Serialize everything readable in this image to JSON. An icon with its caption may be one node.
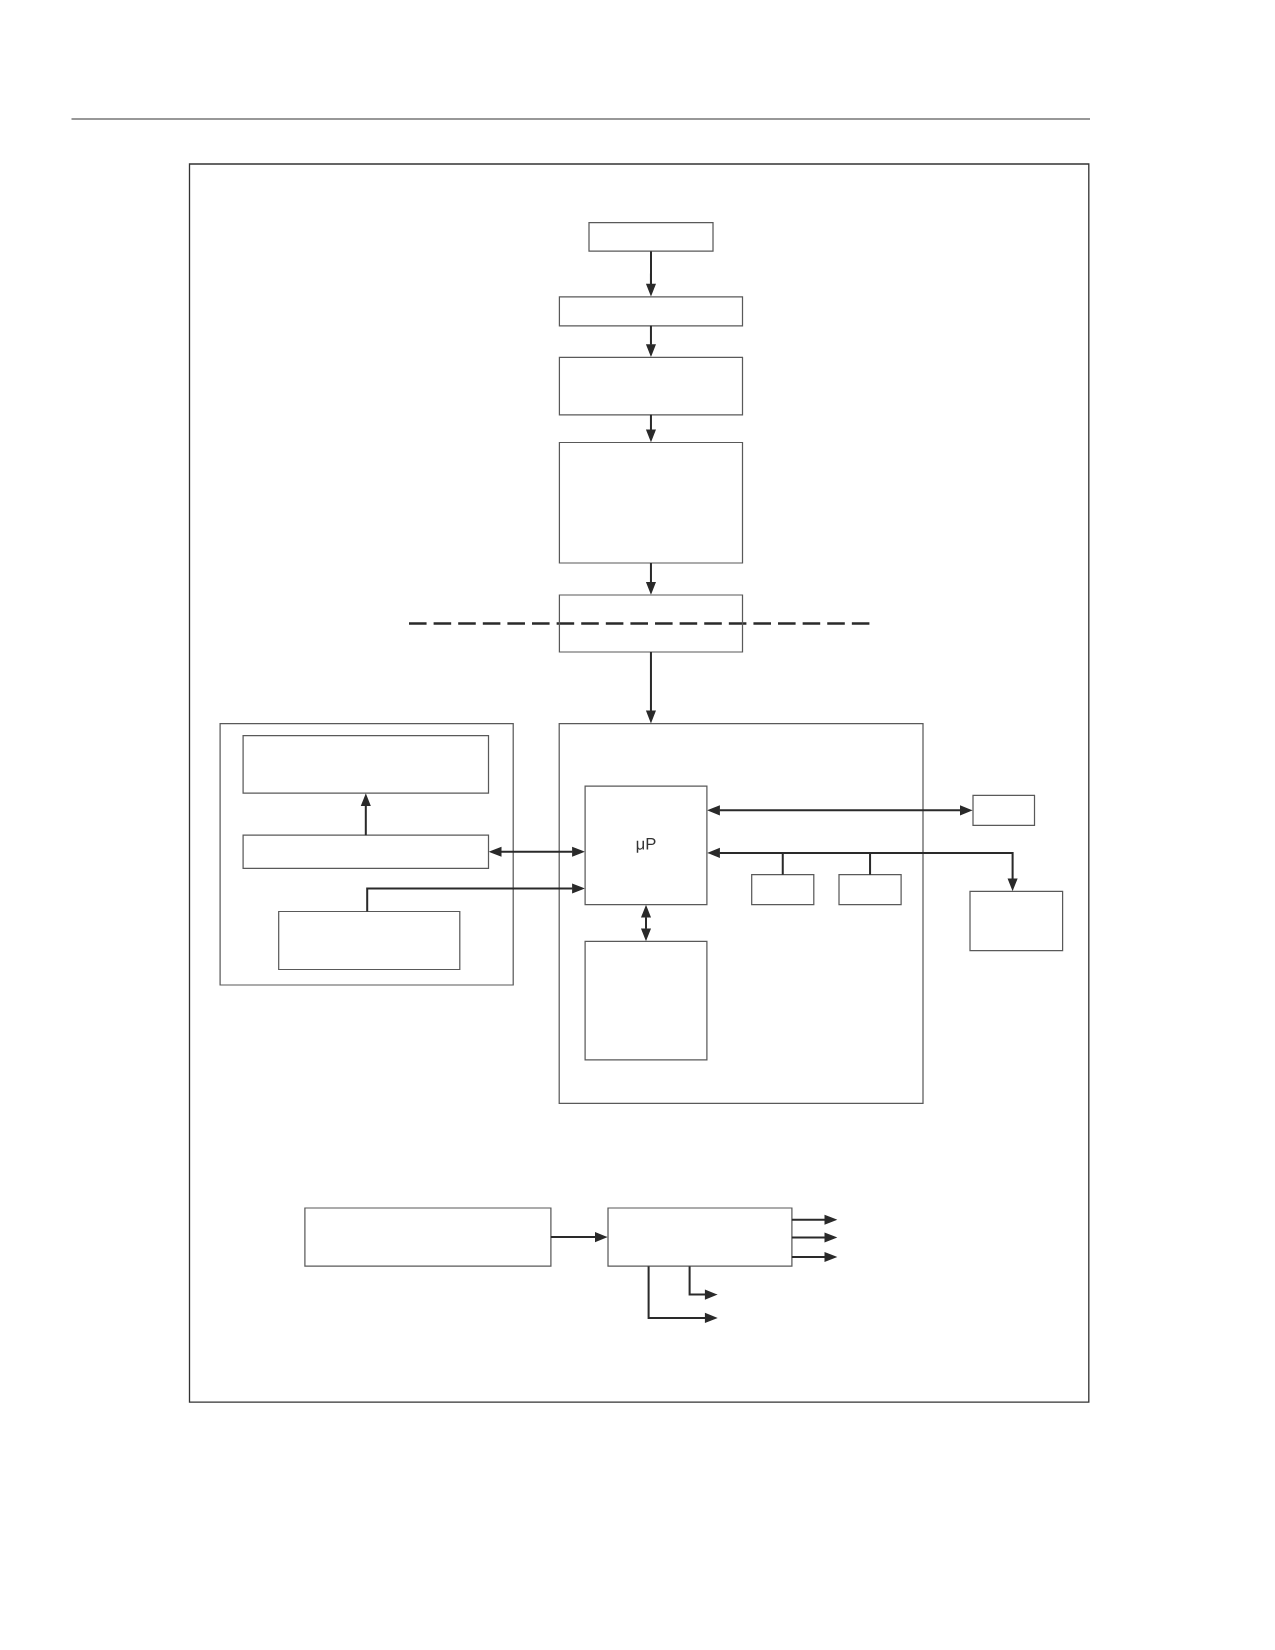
{
  "diagram": {
    "nodes": [
      {
        "text": [],
        "shape": "box"
      },
      {
        "text": [],
        "shape": "box"
      },
      {
        "text": [],
        "shape": "box"
      },
      {
        "text": [],
        "shape": "box"
      },
      {
        "text": [],
        "shape": "box"
      },
      {
        "text": [],
        "shape": "box"
      },
      {
        "text": [],
        "shape": "box",
        "in": 5
      },
      {
        "text": [],
        "shape": "box",
        "in": 5
      },
      {
        "text": [],
        "shape": "box",
        "in": 5
      },
      {
        "text": [],
        "shape": "box"
      },
      {
        "text": [
          "μP"
        ],
        "in": 9
      },
      {
        "text": [],
        "shape": "box",
        "in": 9
      },
      {
        "text": [],
        "shape": "box",
        "in": 9
      },
      {
        "text": [],
        "shape": "box",
        "in": 9
      },
      {
        "text": [],
        "shape": "box"
      },
      {
        "text": [],
        "shape": "box"
      },
      {
        "text": [],
        "shape": "box"
      },
      {
        "text": [],
        "shape": "box"
      }
    ],
    "edges": [
      {
        "from": 0,
        "to": 1,
        "arrow": "to"
      },
      {
        "from": 1,
        "to": 2,
        "arrow": "to"
      },
      {
        "from": 2,
        "to": 3,
        "arrow": "to"
      },
      {
        "from": 3,
        "to": 4,
        "arrow": "to"
      },
      {
        "from": 4,
        "to": 9,
        "arrow": "to"
      },
      {
        "from": 7,
        "to": 6,
        "arrow": "to"
      },
      {
        "from": 7,
        "to": 10,
        "arrow": "both"
      },
      {
        "from": 8,
        "to": 10,
        "arrow": "to"
      },
      {
        "from": 10,
        "to": 13,
        "arrow": "both"
      },
      {
        "from": 10,
        "to": 14,
        "arrow": "both"
      },
      {
        "from": 11,
        "to": 10,
        "arrow": "to"
      },
      {
        "from": 12,
        "to": 10,
        "arrow": "to"
      },
      {
        "from": 11,
        "to": 15,
        "arrow": "to"
      },
      {
        "from": 12,
        "to": 15,
        "arrow": "to"
      },
      {
        "from": 16,
        "to": 17,
        "arrow": "to"
      },
      {
        "from": 17,
        "to": null,
        "arrow": "to"
      },
      {
        "from": 17,
        "to": null,
        "arrow": "to"
      },
      {
        "from": 17,
        "to": null,
        "arrow": "to"
      },
      {
        "from": 17,
        "to": null,
        "arrow": "to"
      },
      {
        "from": 17,
        "to": null,
        "arrow": "to"
      }
    ]
  }
}
